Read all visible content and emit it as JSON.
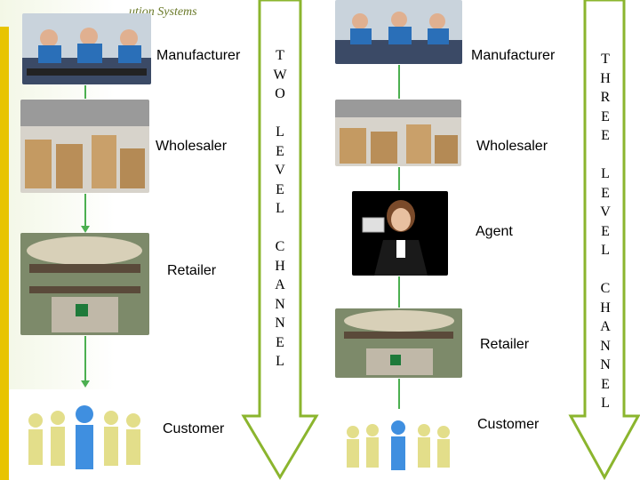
{
  "header": {
    "title": "ution Systems"
  },
  "left_chain": {
    "manufacturer": "Manufacturer",
    "wholesaler": "Wholesaler",
    "retailer": "Retailer",
    "customer": "Customer"
  },
  "right_chain": {
    "manufacturer": "Manufacturer",
    "wholesaler": "Wholesaler",
    "agent": "Agent",
    "retailer": "Retailer",
    "customer": "Customer"
  },
  "channel_left": {
    "letters": [
      "T",
      "W",
      "O",
      "",
      "L",
      "E",
      "V",
      "E",
      "L",
      "",
      "C",
      "H",
      "A",
      "N",
      "N",
      "E",
      "L"
    ]
  },
  "channel_right": {
    "letters": [
      "T",
      "H",
      "R",
      "E",
      "E",
      "",
      "L",
      "E",
      "V",
      "E",
      "L",
      "",
      "C",
      "H",
      "A",
      "N",
      "N",
      "E",
      "L"
    ]
  },
  "colors": {
    "arrow_fill": "#ffffff",
    "arrow_stroke": "#8bb52e",
    "connector": "#4caf50",
    "stripe": "#e8c400"
  }
}
